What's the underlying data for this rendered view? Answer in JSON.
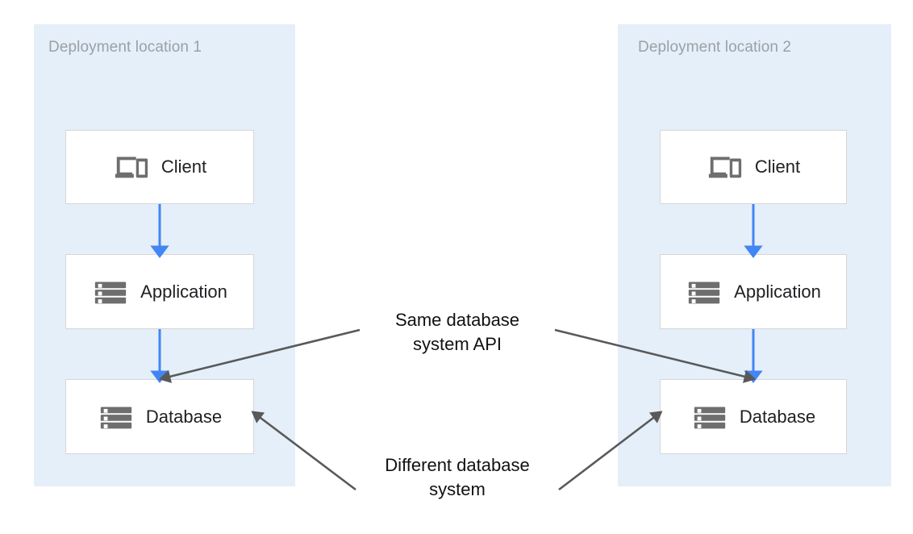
{
  "diagram": {
    "title_hidden": "",
    "colors": {
      "zone_background": "#e5eff9",
      "node_background": "#ffffff",
      "node_border": "#d6d6d6",
      "flow_arrow": "#4285f4",
      "annotation_arrow": "#595959",
      "zone_title_text": "#9aa0a6",
      "node_label_text": "#202124",
      "icon_gray": "#6e6e6e"
    },
    "zones": [
      {
        "id": "zone-1",
        "title": "Deployment location 1",
        "nodes": [
          {
            "id": "client-1",
            "label": "Client",
            "icon": "devices-icon"
          },
          {
            "id": "application-1",
            "label": "Application",
            "icon": "server-stack-icon"
          },
          {
            "id": "database-1",
            "label": "Database",
            "icon": "database-stack-icon"
          }
        ]
      },
      {
        "id": "zone-2",
        "title": "Deployment location 2",
        "nodes": [
          {
            "id": "client-2",
            "label": "Client",
            "icon": "devices-icon"
          },
          {
            "id": "application-2",
            "label": "Application",
            "icon": "server-stack-icon"
          },
          {
            "id": "database-2",
            "label": "Database",
            "icon": "database-stack-icon"
          }
        ]
      }
    ],
    "flows": [
      {
        "id": "flow-client1-app1",
        "from": "client-1",
        "to": "application-1"
      },
      {
        "id": "flow-app1-db1",
        "from": "application-1",
        "to": "database-1"
      },
      {
        "id": "flow-client2-app2",
        "from": "client-2",
        "to": "application-2"
      },
      {
        "id": "flow-app2-db2",
        "from": "application-2",
        "to": "database-2"
      }
    ],
    "annotations": [
      {
        "id": "annotation-same-api",
        "line1": "Same database",
        "line2": "system API",
        "targets": [
          "database-1",
          "database-2"
        ]
      },
      {
        "id": "annotation-different-system",
        "line1": "Different database",
        "line2": "system",
        "targets": [
          "database-1",
          "database-2"
        ]
      }
    ]
  }
}
